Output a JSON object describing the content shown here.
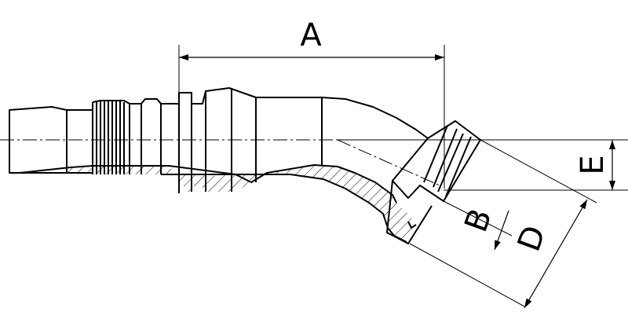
{
  "diagram": {
    "dimensions": [
      {
        "id": "A",
        "label": "A"
      },
      {
        "id": "B",
        "label": "B"
      },
      {
        "id": "D",
        "label": "D"
      },
      {
        "id": "E",
        "label": "E"
      }
    ]
  }
}
